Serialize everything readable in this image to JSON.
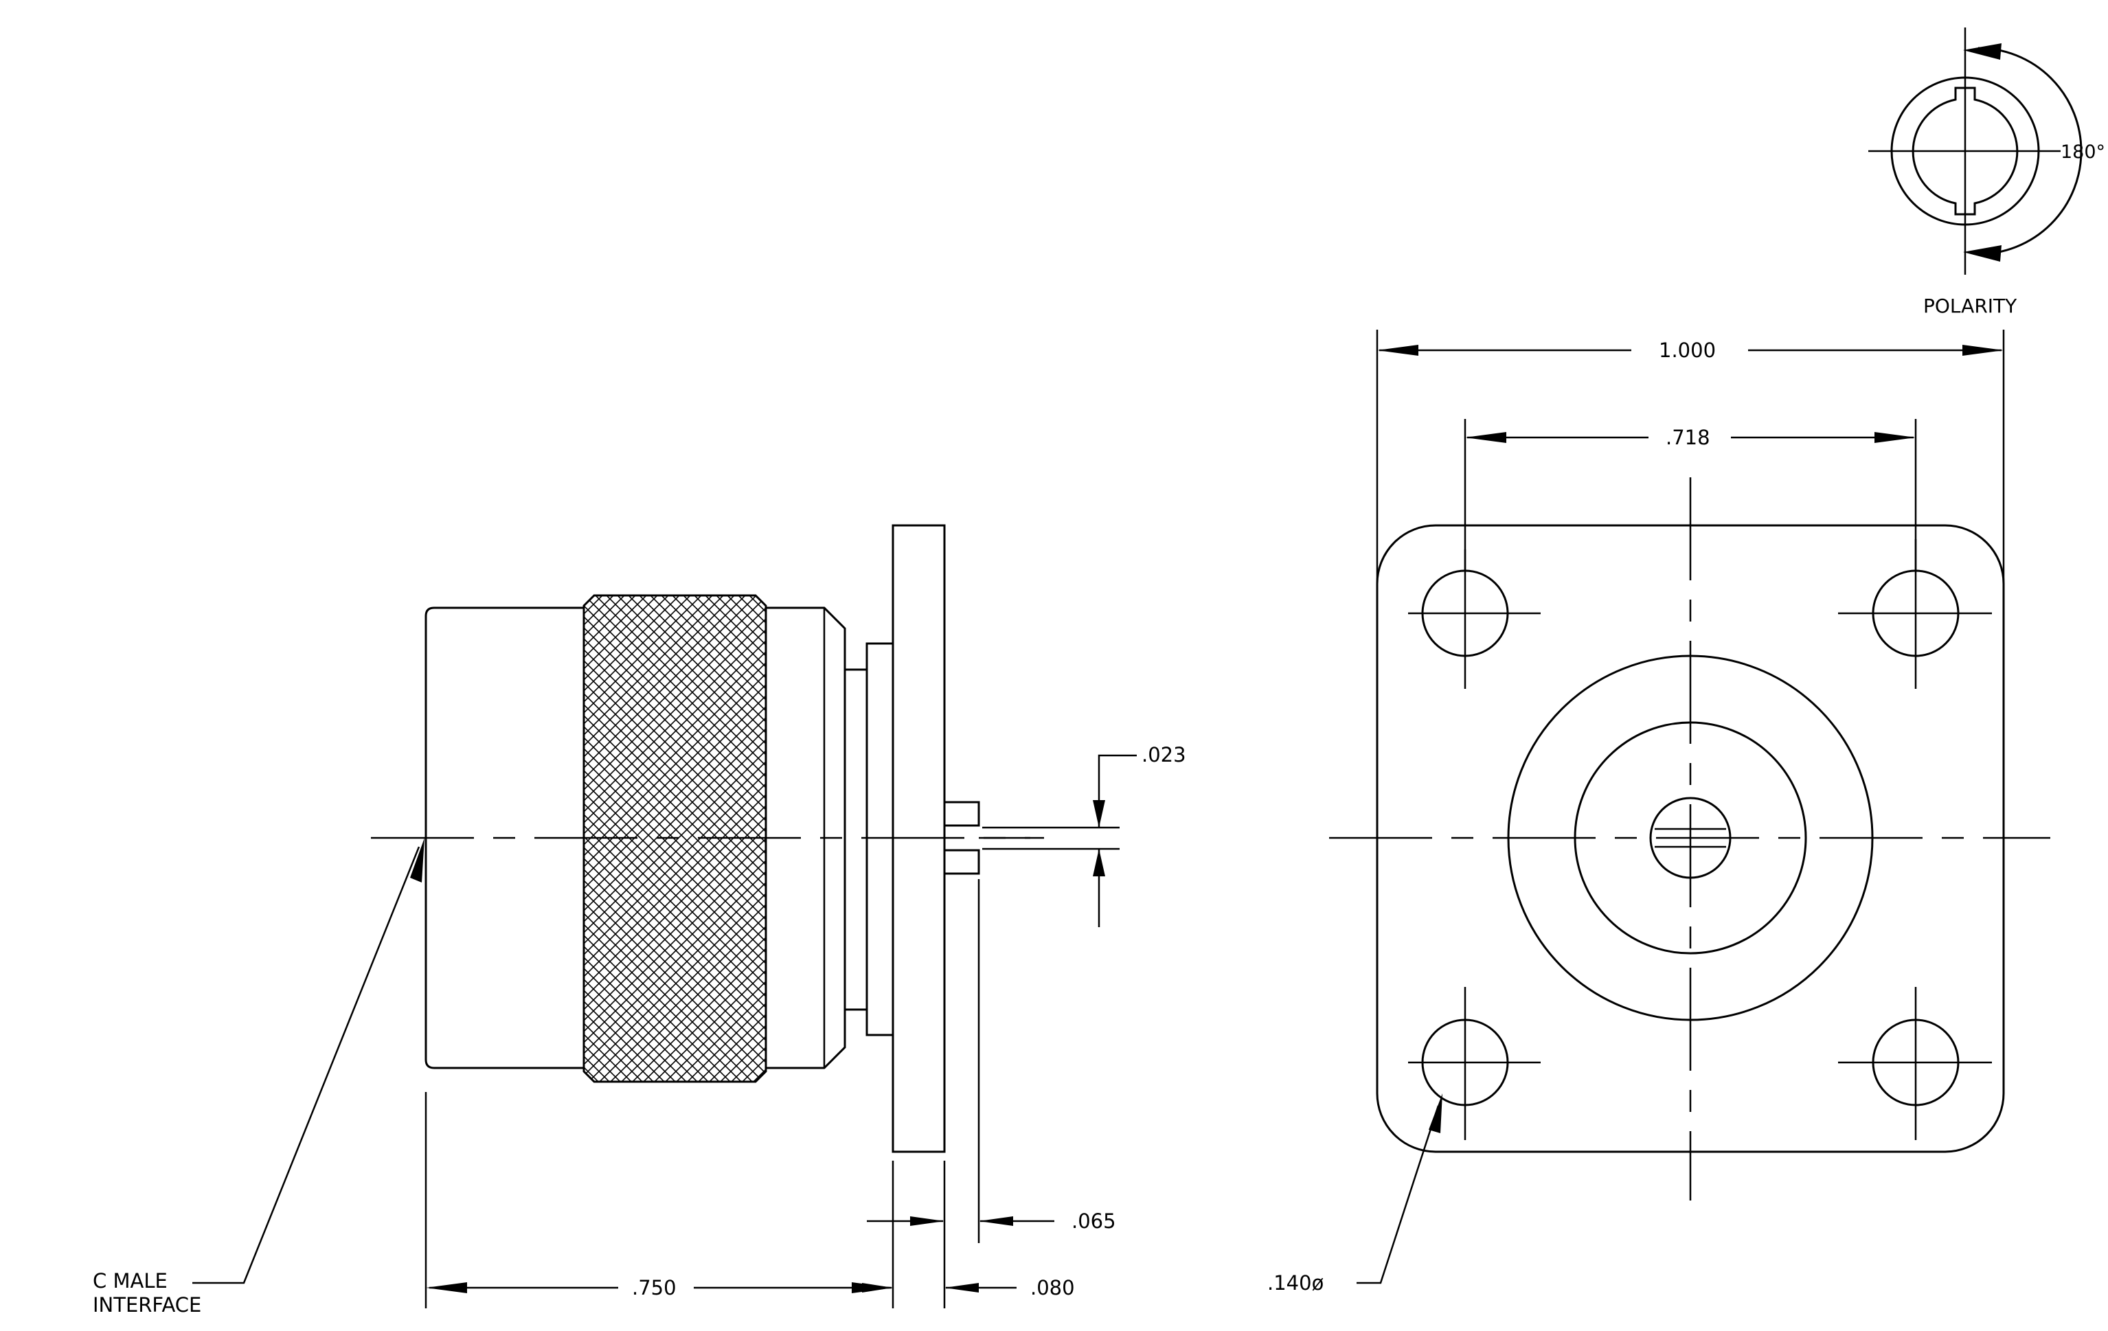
{
  "dimensions": {
    "overall_square": "1.000",
    "hole_spacing": ".718",
    "hole_diameter": ".140ø",
    "body_length": ".750",
    "flange_thickness": ".080",
    "pin_offset": ".065",
    "pin_gap": ".023"
  },
  "labels": {
    "interface_line1": "C  MALE",
    "interface_line2": "INTERFACE",
    "polarity": "POLARITY",
    "polarity_angle": "180°"
  },
  "style": {
    "line_color": "#000000",
    "background": "#ffffff"
  }
}
